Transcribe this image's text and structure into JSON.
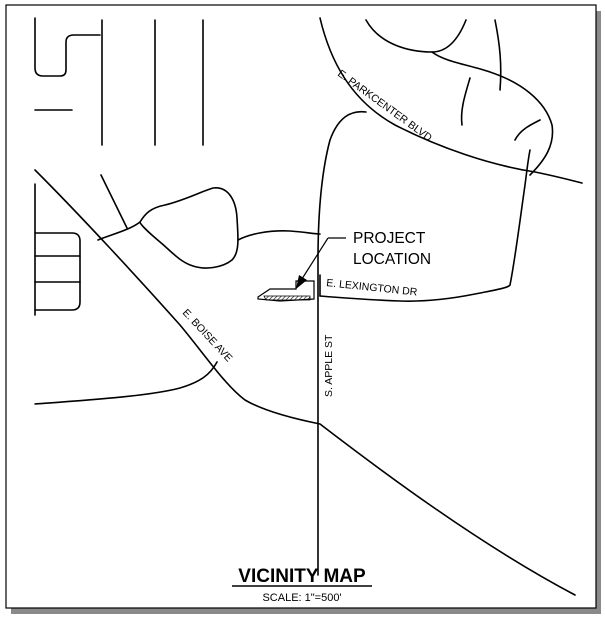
{
  "map": {
    "title": "VICINITY MAP",
    "scale": "SCALE: 1\"=500'",
    "project_label": [
      "PROJECT",
      "LOCATION"
    ],
    "streets": {
      "parkcenter": "E. PARKCENTER BLVD",
      "lexington": "E. LEXINGTON DR",
      "apple": "S. APPLE ST",
      "boise": "E. BOISE AVE"
    }
  }
}
